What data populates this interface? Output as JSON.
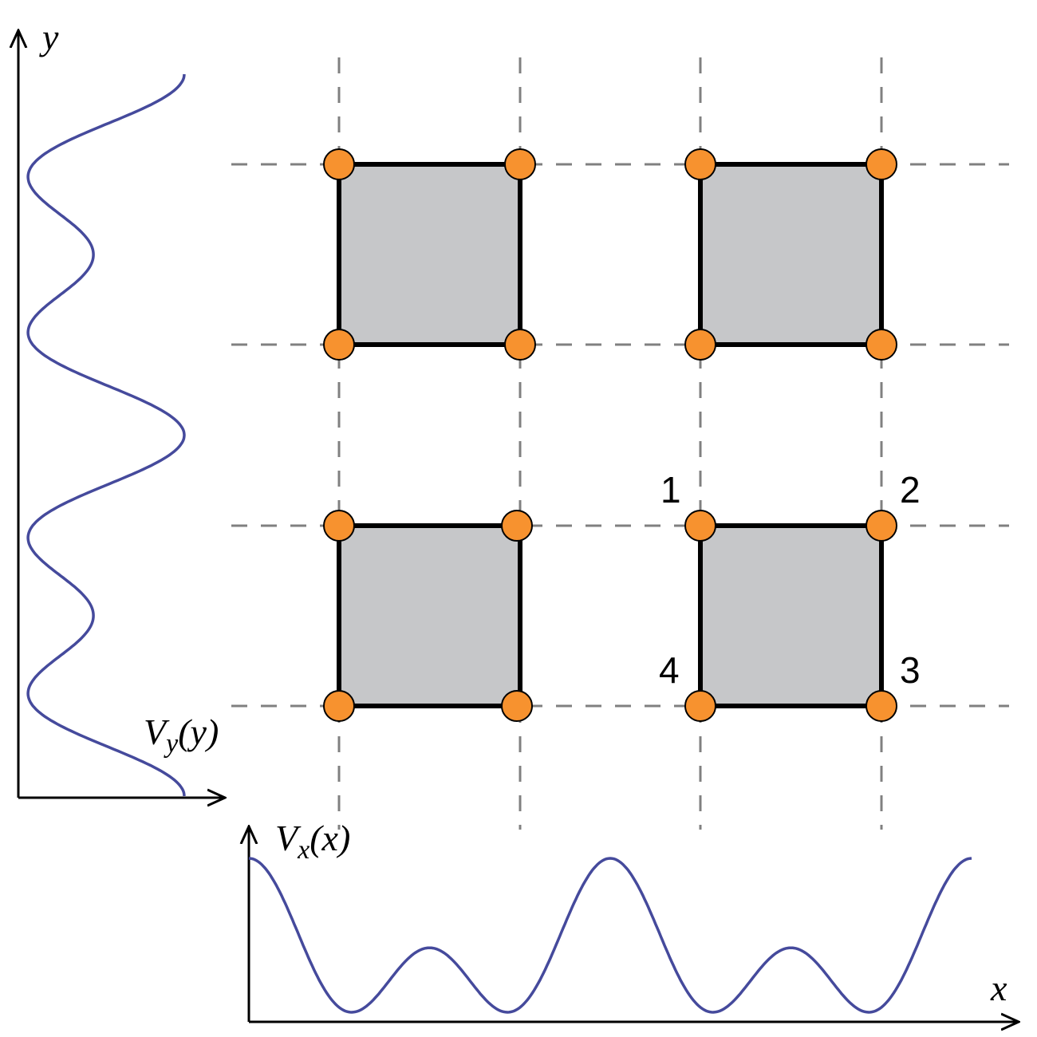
{
  "axes": {
    "y_axis_label": "y",
    "x_axis_label": "x",
    "vy_label": {
      "main": "V",
      "sub": "y",
      "arg": "(y)"
    },
    "vx_label": {
      "main": "V",
      "sub": "x",
      "arg": "(x)"
    }
  },
  "site_labels": [
    "1",
    "2",
    "3",
    "4"
  ],
  "colors": {
    "plaquette_fill": "#c6c7c9",
    "site_fill": "#f7922f",
    "curve": "#454a9c",
    "grid": "#808080"
  },
  "lattice": {
    "columns": 4,
    "rows": 4,
    "plaquettes": [
      {
        "col": 0,
        "row": 0
      },
      {
        "col": 2,
        "row": 0
      },
      {
        "col": 0,
        "row": 2
      },
      {
        "col": 2,
        "row": 2
      }
    ]
  }
}
